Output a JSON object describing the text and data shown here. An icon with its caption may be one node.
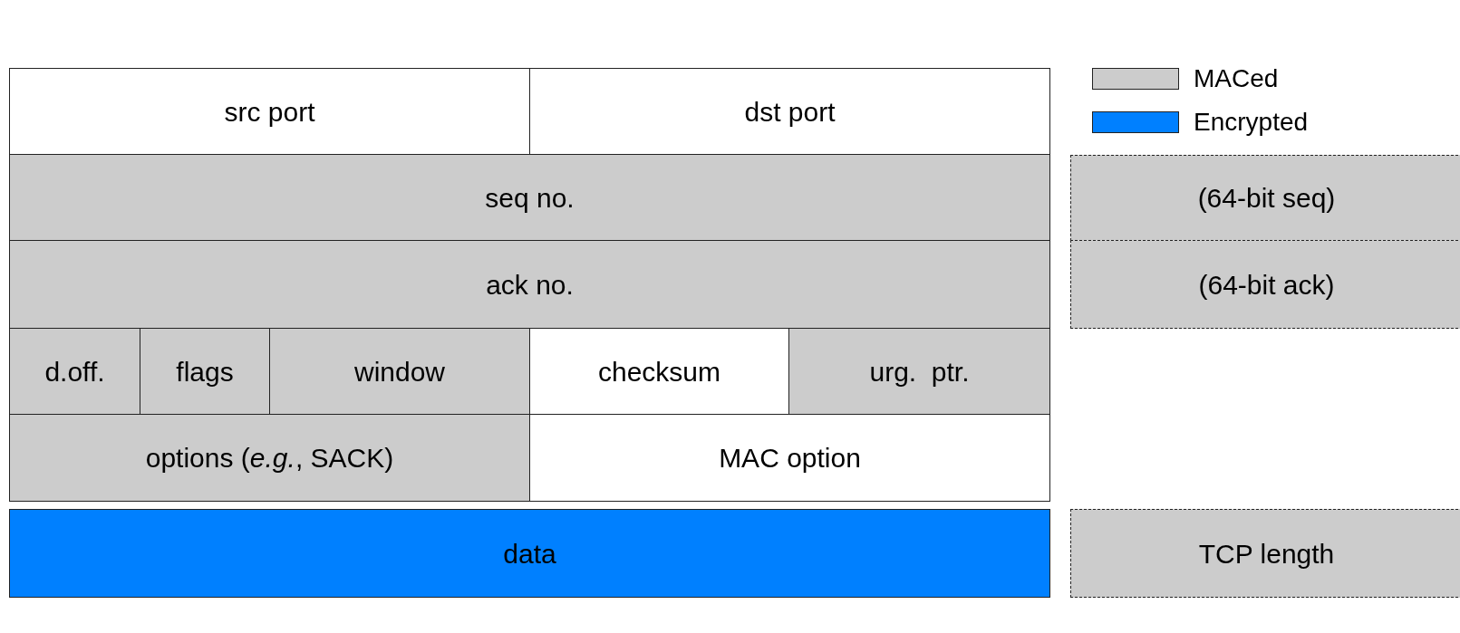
{
  "diagram": {
    "nodes": [
      {
        "text": [
          "src port"
        ]
      },
      {
        "text": [
          "dst port"
        ]
      },
      {
        "text": [
          "seq no."
        ]
      },
      {
        "text": [
          "(64-bit seq)"
        ]
      },
      {
        "text": [
          "ack no."
        ]
      },
      {
        "text": [
          "(64-bit ack)"
        ]
      },
      {
        "text": [
          "d.off."
        ]
      },
      {
        "text": [
          "flags"
        ]
      },
      {
        "text": [
          "window"
        ]
      },
      {
        "text": [
          "checksum"
        ]
      },
      {
        "text": [
          "urg.  ptr."
        ]
      },
      {
        "text": [
          "options (*e.g.*, SACK)"
        ]
      },
      {
        "text": [
          "MAC option"
        ]
      },
      {
        "text": [
          "data"
        ]
      },
      {
        "text": [
          "TCP length"
        ]
      }
    ],
    "legend": [
      {
        "text": "MACed",
        "color": "#cccccc"
      },
      {
        "text": "Encrypted",
        "color": "#0080ff"
      }
    ]
  }
}
